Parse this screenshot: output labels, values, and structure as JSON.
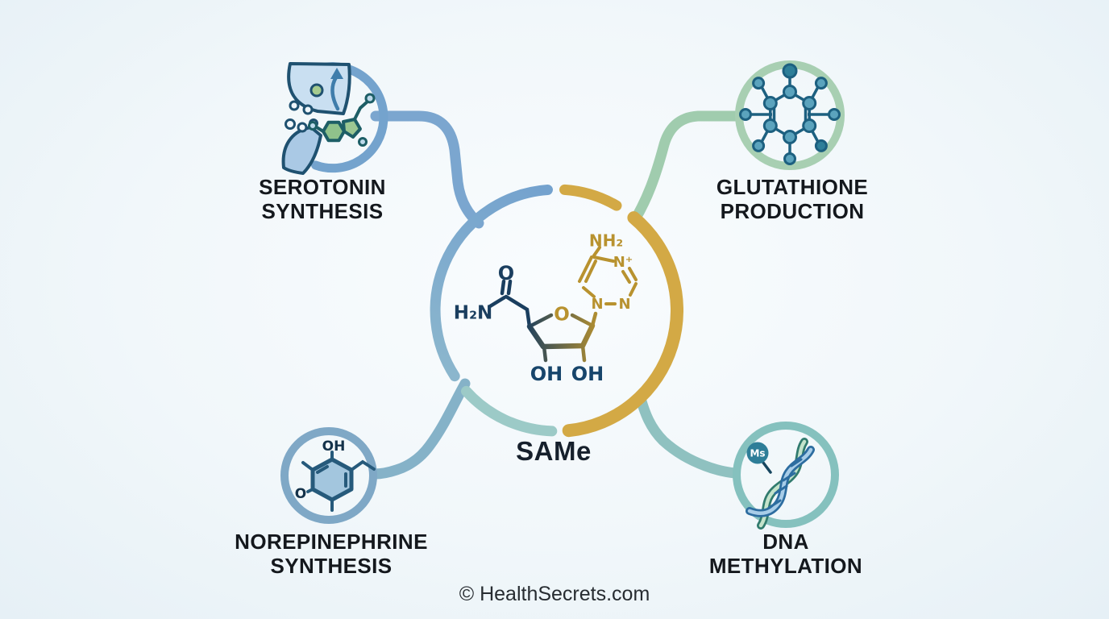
{
  "title_molecule": {
    "label": "SAMe",
    "structure_labels": {
      "h2n": "H₂N",
      "carbonyl_o": "O",
      "ring_o": "O",
      "oh_left": "OH",
      "oh_right": "OH",
      "nh2": "NH₂",
      "n_plus": "N⁺",
      "n_left": "N",
      "n_right": "N"
    },
    "colors": {
      "ring_blue": "#79a7d0",
      "ring_teal": "#9ccac7",
      "ring_gold": "#d3a945",
      "structure_navy": "#1a3e5f",
      "structure_gold": "#b8922f"
    }
  },
  "nodes": [
    {
      "id": "serotonin-synthesis",
      "line1": "SEROTONIN",
      "line2": "SYNTHESIS",
      "icon": "synapse-arrow-molecule-icon",
      "ring_color": "#74a3cd",
      "connector_color": "#7ba6cf"
    },
    {
      "id": "glutathione-production",
      "line1": "GLUTATHIONE",
      "line2": "PRODUCTION",
      "icon": "molecule-network-icon",
      "ring_color": "#a8cfb2",
      "connector_color": "#a0ccae"
    },
    {
      "id": "norepinephrine-synthesis",
      "line1": "NOREPINEPHRINE",
      "line2": "SYNTHESIS",
      "icon": "catechol-molecule-icon",
      "ring_color": "#7fa8c6",
      "connector_color": "#85b2c8",
      "icon_labels": {
        "oh": "OH",
        "o": "O"
      }
    },
    {
      "id": "dna-methylation",
      "line1": "DNA",
      "line2": "METHYLATION",
      "icon": "dna-helix-methyl-icon",
      "ring_color": "#85c1be",
      "connector_color": "#8fc1c0",
      "icon_labels": {
        "badge": "Ms"
      }
    }
  ],
  "footer": {
    "text": "© HealthSecrets.com"
  }
}
